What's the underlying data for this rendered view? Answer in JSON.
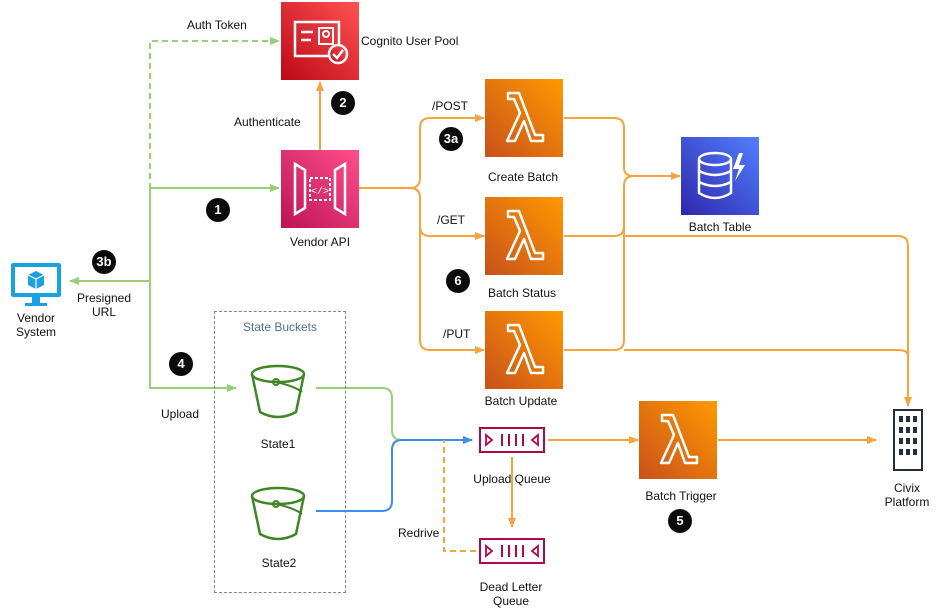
{
  "nodes": {
    "cognito": "Cognito User Pool",
    "vendor_api": "Vendor API",
    "create_batch": "Create Batch",
    "batch_status": "Batch Status",
    "batch_update": "Batch Update",
    "batch_table": "Batch Table",
    "vendor_system": "Vendor\nSystem",
    "state1": "State1",
    "state2": "State2",
    "upload_queue": "Upload Queue",
    "dead_letter_queue": "Dead Letter\nQueue",
    "batch_trigger": "Batch Trigger",
    "civix_platform": "Civix\nPlatform"
  },
  "group": {
    "title": "State Buckets"
  },
  "edge_labels": {
    "auth_token": "Auth Token",
    "authenticate": "Authenticate",
    "post": "/POST",
    "get": "/GET",
    "put": "/PUT",
    "presigned_url": "Presigned\nURL",
    "upload": "Upload",
    "redrive": "Redrive"
  },
  "steps": {
    "s1": "1",
    "s2": "2",
    "s3a": "3a",
    "s3b": "3b",
    "s4": "4",
    "s5": "5",
    "s6": "6"
  },
  "colors": {
    "lambda": "#ED7100",
    "cognito": "#DD344C",
    "api_gateway": "#E7157B",
    "dynamodb": "#3B48CC",
    "s3": "#3F8624",
    "sqs": "#B0084D",
    "vendor_system": "#1BA1E2",
    "edge_orange": "#F7A43F",
    "edge_green": "#97D077",
    "edge_blue": "#3D8EE8"
  }
}
